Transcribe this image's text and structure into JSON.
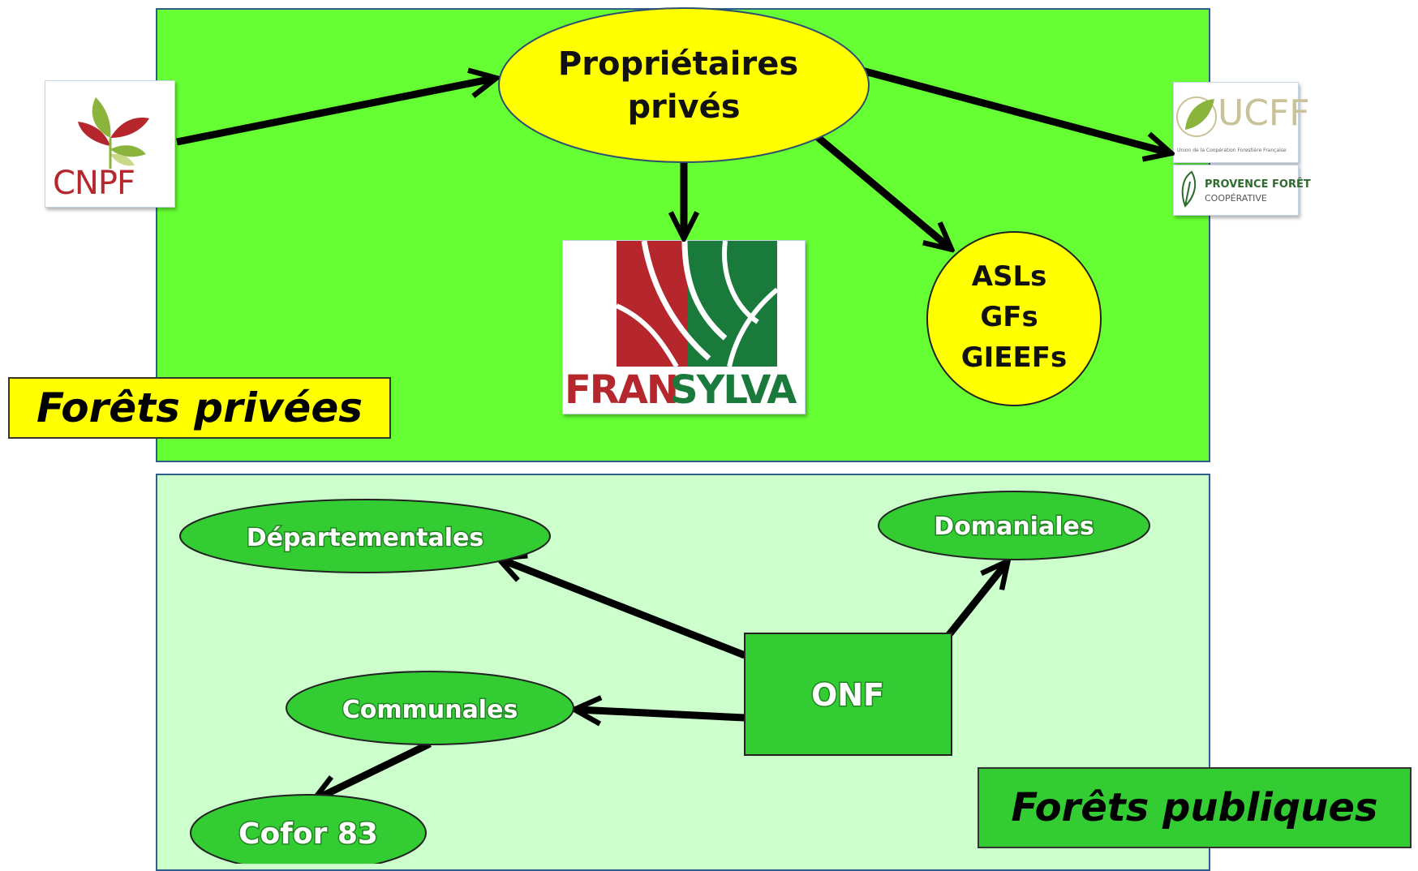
{
  "diagram": {
    "center_node": "Propriétaires\nprivés",
    "center_node_lines": [
      "Propriétaires",
      "privés"
    ],
    "associations_node_lines": [
      "ASLs",
      "GFs",
      "GIEEFs"
    ],
    "public_nodes": {
      "departementales": "Départementales",
      "domaniales": "Domaniales",
      "communales": "Communales",
      "cofor": "Cofor 83",
      "onf": "ONF"
    },
    "section_labels": {
      "private": "Forêts privées",
      "public": "Forêts publiques"
    },
    "logos": {
      "cnpf": "CNPF",
      "fransylva_part1": "FRAN",
      "fransylva_part2": "SYLVA",
      "ucff": "UCFF",
      "ucff_subtitle": "Union de la Coopération Forestière Française",
      "provence_title": "PROVENCE FORÊT",
      "provence_subtitle": "COOPÉRATIVE"
    }
  },
  "colors": {
    "private_bg": "#66ff33",
    "public_bg": "#ccffcc",
    "yellow": "#ffff00",
    "node_green": "#33cc33",
    "fransylva_red": "#b5272d",
    "fransylva_green": "#1a7a3c"
  }
}
